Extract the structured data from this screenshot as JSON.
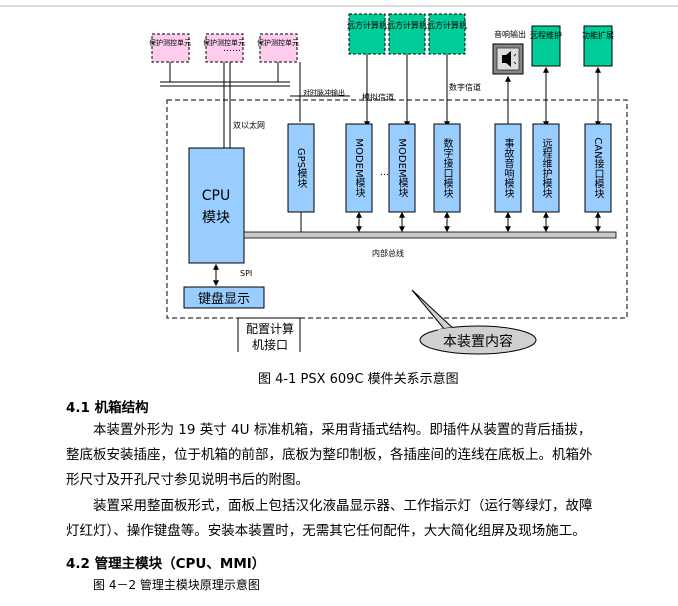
{
  "figure": {
    "protect_units": [
      "保护测控单元",
      "保护测控单元",
      "保护测控单元"
    ],
    "remote_computers": [
      "远方计算机",
      "远方计算机",
      "远方计算机"
    ],
    "sound_output": "音响输出",
    "remote_maintenance": "远程维护",
    "function_expansion": "功能扩展",
    "time_pulse": "对时脉冲输出",
    "analog_channel": "模拟信道",
    "digital_channel": "数字信道",
    "dual_ethernet": "双以太网",
    "cpu_module": [
      "CPU",
      "模块"
    ],
    "gps_module": "GPS模块",
    "modem_module_1": "MODEM模块",
    "modem_module_2": "MODEM模块",
    "digital_interface_module": "数字接口模块",
    "sound_module": "事故音响模块",
    "remote_maintenance_module": "远程维护模块",
    "can_module": "CAN接口模块",
    "internal_bus": "内部总线",
    "spi": "SPI",
    "keyboard_display": "键盘显示",
    "config_interface": [
      "配置计算",
      "机接口"
    ],
    "device_content": "本装置内容",
    "ellipsis": "……"
  },
  "caption_41": "图 4-1 PSX 609C 模件关系示意图",
  "section_41": "4.1 机箱结构",
  "para1": [
    "本装置外形为 19 英寸 4U 标准机箱，采用背插式结构。即插件从装置的背后插拔，",
    "整底板安装插座，位于机箱的前部，底板为整印制板，各插座间的连线在底板上。机箱外",
    "形尺寸及开孔尺寸参见说明书后的附图。"
  ],
  "para2": [
    "装置采用整面板形式，面板上包括汉化液晶显示器、工作指示灯（运行等绿灯，故障",
    "灯红灯）、操作键盘等。安装本装置时，无需其它任何配件，大大简化组屏及现场施工。"
  ],
  "section_42": "4.2 管理主模块（CPU、MMI）",
  "caption_42": "图 4－2 管理主模块原理示意图",
  "colors": {
    "module_blue": "#99ccff",
    "protect_pink": "#ffccee",
    "external_green": "#00cc99",
    "callout_gray": "#d0d0d0"
  }
}
